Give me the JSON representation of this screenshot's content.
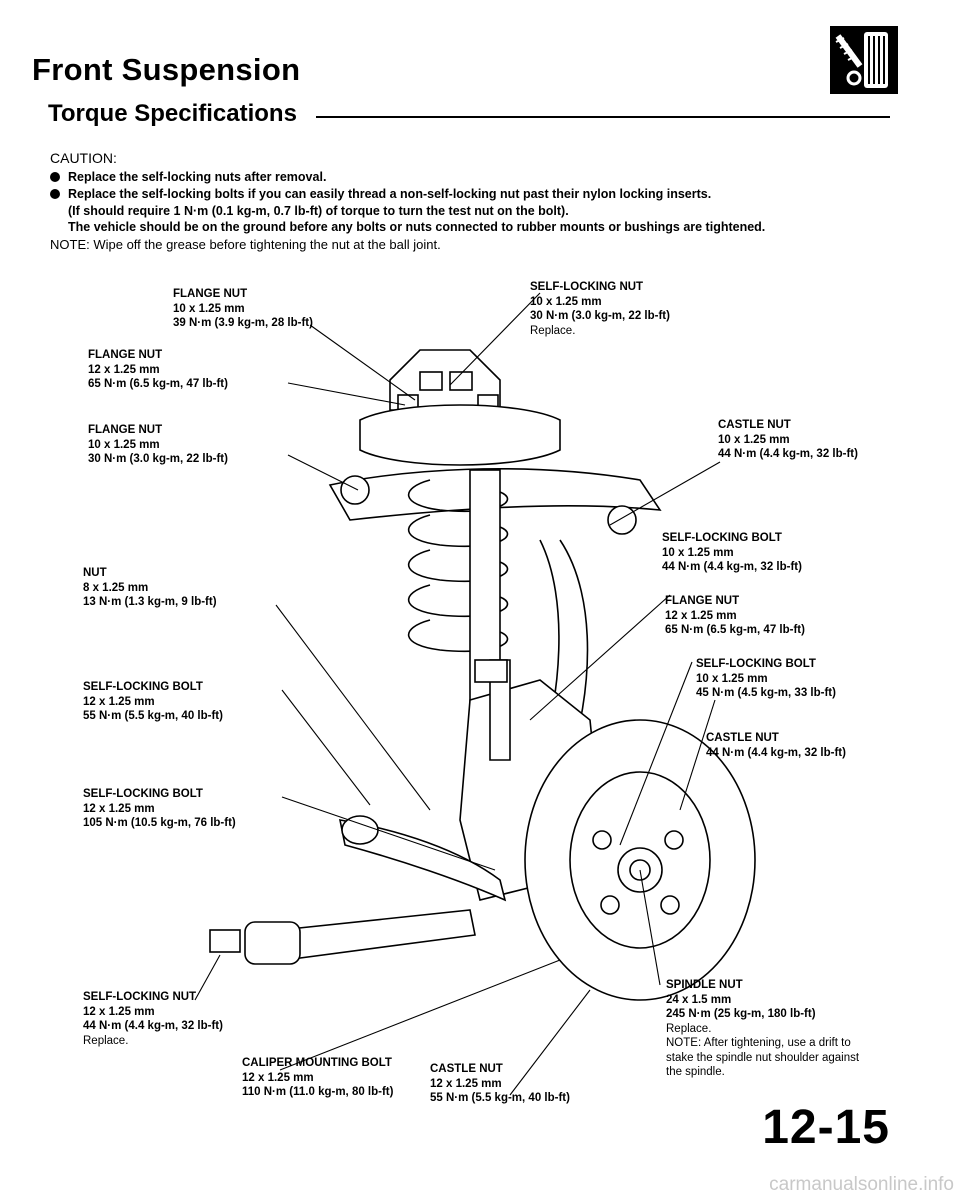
{
  "header": {
    "title": "Front Suspension",
    "subtitle": "Torque Specifications",
    "icon": "suspension-shock-icon"
  },
  "caution": {
    "heading": "CAUTION:",
    "bullet1": "Replace the self-locking nuts after removal.",
    "bullet2": "Replace the self-locking bolts if you can easily thread a non-self-locking nut past their nylon locking inserts.",
    "line3": "(If should require 1 N·m (0.1 kg-m, 0.7 lb-ft) of torque to turn the test nut on the bolt).",
    "line4": "The vehicle should be on the ground before any bolts or nuts connected to rubber mounts or bushings are tightened."
  },
  "note": "NOTE: Wipe off the grease before tightening the nut at the ball joint.",
  "labels": {
    "l1": {
      "name": "FLANGE NUT",
      "size": "10 x 1.25 mm",
      "torque": "39 N·m (3.9 kg-m, 28 lb-ft)"
    },
    "l2": {
      "name": "SELF-LOCKING NUT",
      "size": "10 x 1.25 mm",
      "torque": "30 N·m (3.0 kg-m, 22 lb-ft)",
      "extra": "Replace."
    },
    "l3": {
      "name": "FLANGE NUT",
      "size": "12 x 1.25 mm",
      "torque": "65 N·m (6.5 kg-m, 47 lb-ft)"
    },
    "l4": {
      "name": "FLANGE NUT",
      "size": "10 x 1.25 mm",
      "torque": "30 N·m (3.0 kg-m, 22 lb-ft)"
    },
    "l5": {
      "name": "CASTLE NUT",
      "size": "10 x 1.25 mm",
      "torque": "44 N·m (4.4 kg-m, 32 lb-ft)"
    },
    "l6": {
      "name": "SELF-LOCKING BOLT",
      "size": "10 x 1.25 mm",
      "torque": "44 N·m (4.4 kg-m, 32 lb-ft)"
    },
    "l7": {
      "name": "NUT",
      "size": "8 x 1.25 mm",
      "torque": "13 N·m (1.3 kg-m, 9 lb-ft)"
    },
    "l8": {
      "name": "FLANGE NUT",
      "size": "12 x 1.25 mm",
      "torque": "65 N·m (6.5 kg-m, 47 lb-ft)"
    },
    "l9": {
      "name": "SELF-LOCKING BOLT",
      "size": "10 x 1.25 mm",
      "torque": "45 N·m (4.5 kg-m, 33 lb-ft)"
    },
    "l10": {
      "name": "SELF-LOCKING BOLT",
      "size": "12 x 1.25 mm",
      "torque": "55 N·m (5.5 kg-m, 40 lb-ft)"
    },
    "l11": {
      "name": "CASTLE NUT",
      "torque": "44 N·m (4.4 kg-m, 32 lb-ft)"
    },
    "l12": {
      "name": "SELF-LOCKING BOLT",
      "size": "12 x 1.25 mm",
      "torque": "105 N·m (10.5 kg-m, 76 lb-ft)"
    },
    "l13": {
      "name": "SELF-LOCKING NUT",
      "size": "12 x 1.25 mm",
      "torque": "44 N·m (4.4 kg-m, 32 lb-ft)",
      "extra": "Replace."
    },
    "l14": {
      "name": "CALIPER MOUNTING BOLT",
      "size": "12 x 1.25 mm",
      "torque": "110 N·m (11.0 kg-m, 80 lb-ft)"
    },
    "l15": {
      "name": "CASTLE NUT",
      "size": "12 x 1.25 mm",
      "torque": "55 N·m (5.5 kg-m, 40 lb-ft)"
    },
    "l16": {
      "name": "SPINDLE NUT",
      "size": "24 x 1.5 mm",
      "torque": "245 N·m (25 kg-m, 180 lb-ft)",
      "extra": "Replace.",
      "note1": "NOTE: After tightening, use a drift to",
      "note2": "stake the spindle nut shoulder against",
      "note3": "the spindle."
    }
  },
  "page_number": "12-15",
  "watermark": "carmanualsonline.info"
}
